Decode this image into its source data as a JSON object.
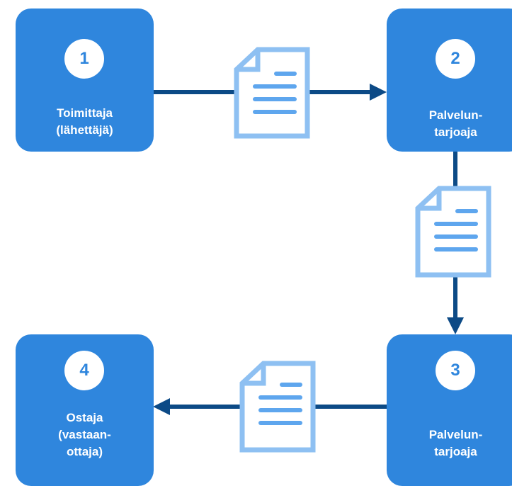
{
  "colors": {
    "node_fill": "#2f86dd",
    "badge_text": "#2f86dd",
    "arrow": "#0c4a86",
    "doc_outline": "#8ec0f2",
    "doc_lines": "#5ea6ee"
  },
  "nodes": [
    {
      "id": "supplier",
      "number": "1",
      "label": "Toimittaja\n(lähettäjä)"
    },
    {
      "id": "provider-2",
      "number": "2",
      "label": "Palvelun-\ntarjoaja"
    },
    {
      "id": "provider-3",
      "number": "3",
      "label": "Palvelun-\ntarjoaja"
    },
    {
      "id": "buyer",
      "number": "4",
      "label": "Ostaja\n(vastaan-\nottaja)"
    }
  ],
  "document_icon": "document-icon",
  "arrow_icon": "arrowhead-icon"
}
